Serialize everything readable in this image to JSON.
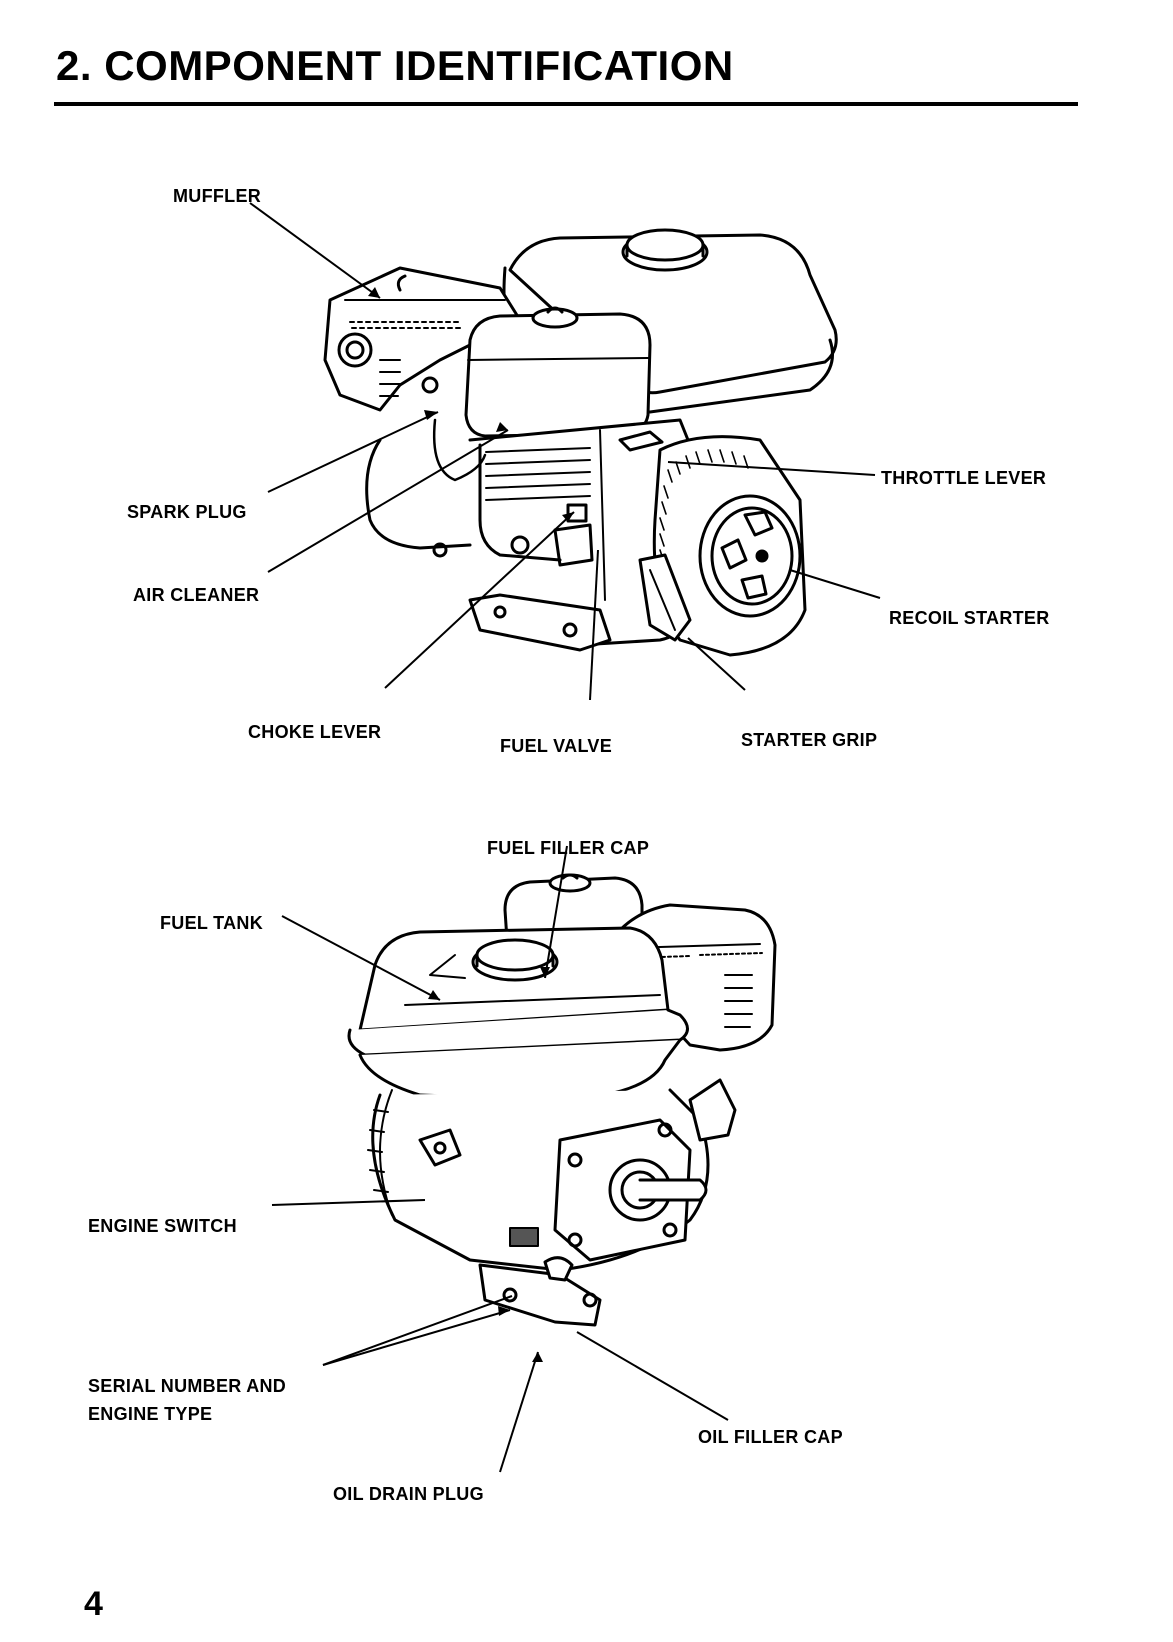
{
  "heading": {
    "title": "2. COMPONENT IDENTIFICATION"
  },
  "figure_top": {
    "labels": {
      "muffler": "MUFFLER",
      "spark_plug": "SPARK PLUG",
      "air_cleaner": "AIR CLEANER",
      "choke_lever": "CHOKE LEVER",
      "fuel_valve": "FUEL VALVE",
      "starter_grip": "STARTER GRIP",
      "throttle_lever": "THROTTLE LEVER",
      "recoil_starter": "RECOIL STARTER"
    }
  },
  "figure_bottom": {
    "labels": {
      "fuel_filler_cap": "FUEL FILLER CAP",
      "fuel_tank": "FUEL TANK",
      "engine_switch": "ENGINE SWITCH",
      "serial_number_line1": "SERIAL NUMBER AND",
      "serial_number_line2": "ENGINE TYPE",
      "oil_filler_cap": "OIL FILLER CAP",
      "oil_drain_plug": "OIL DRAIN PLUG"
    }
  },
  "footer": {
    "page_number": "4"
  }
}
